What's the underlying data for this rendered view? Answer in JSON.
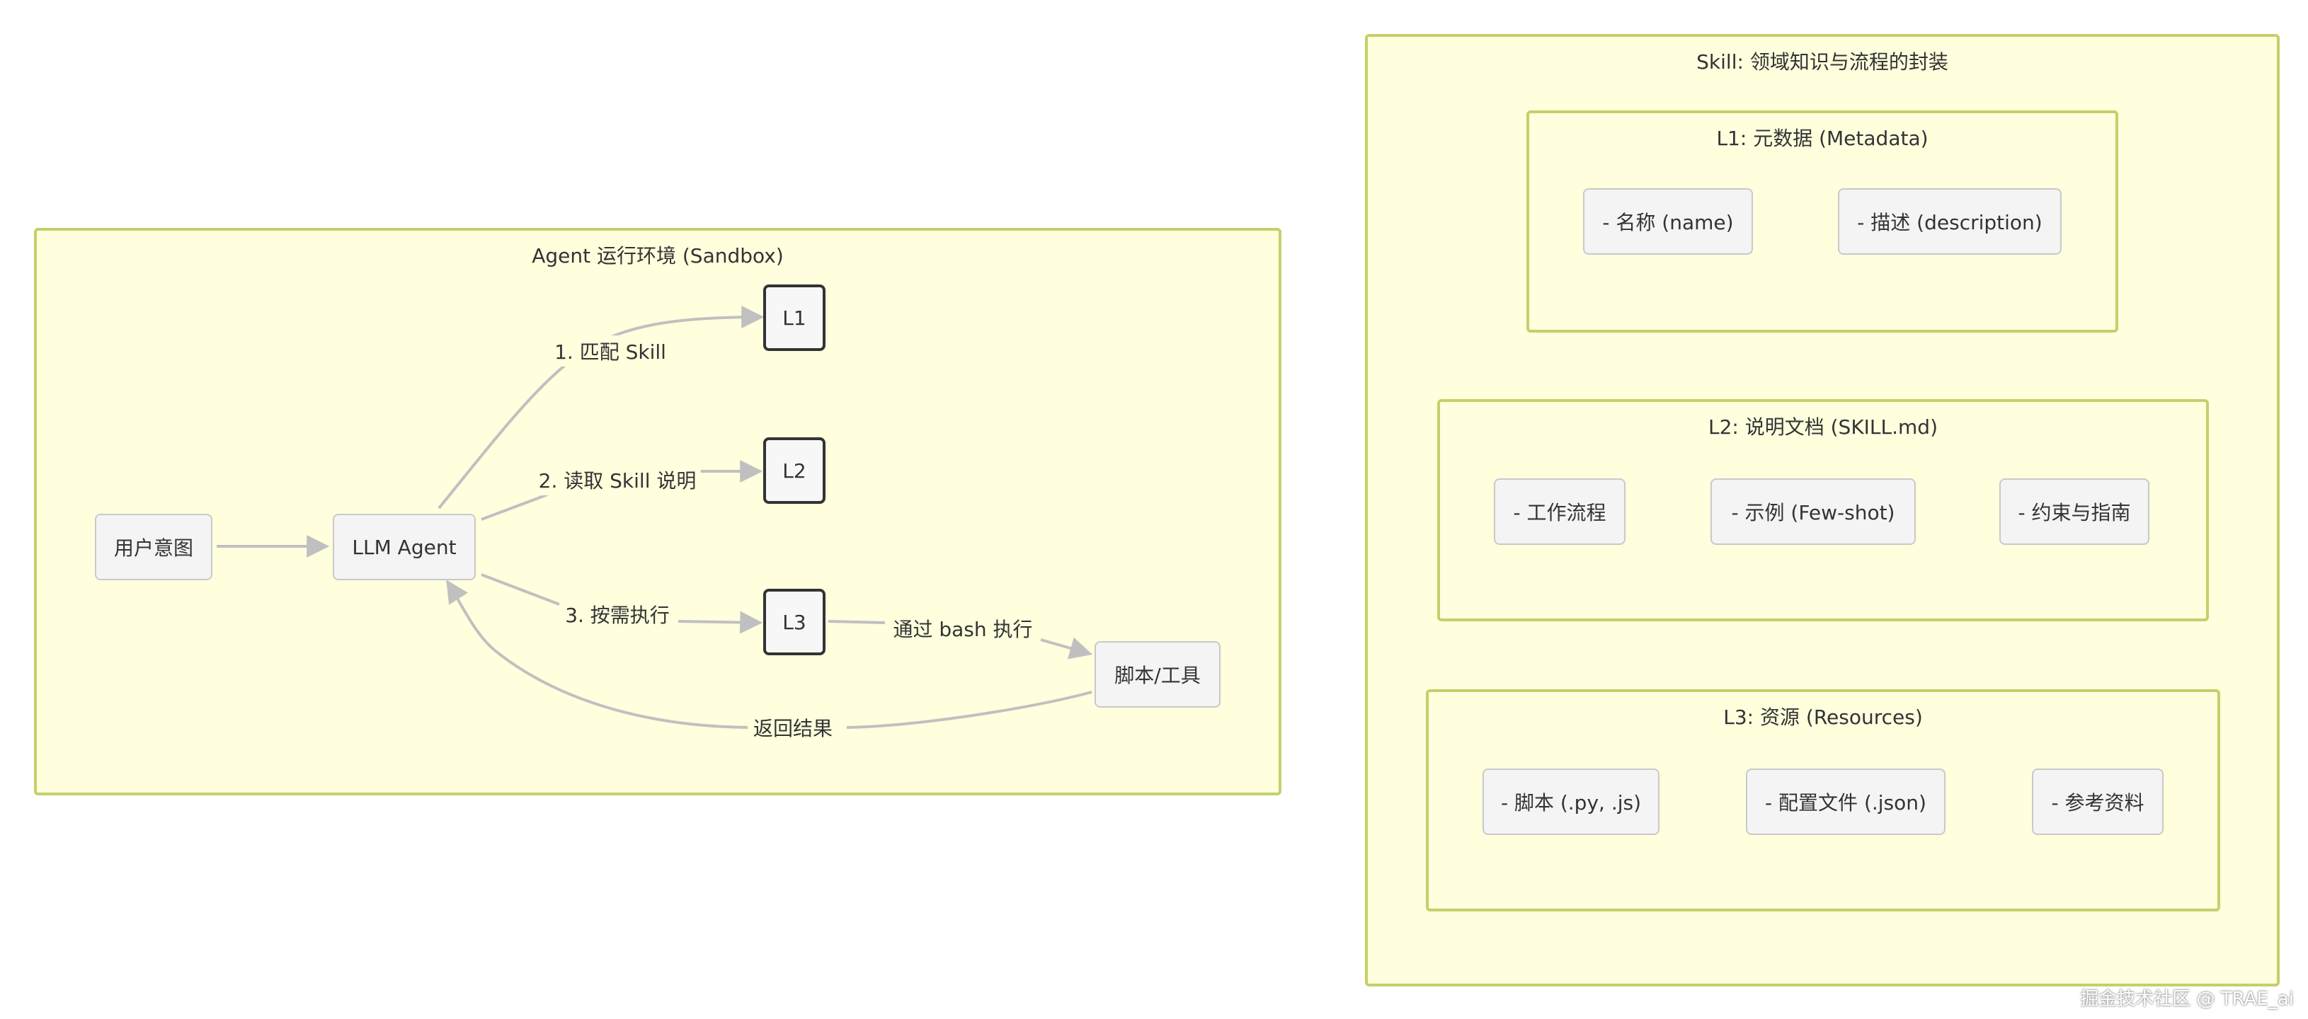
{
  "left_cluster": {
    "title": "Agent 运行环境 (Sandbox)",
    "nodes": {
      "user_intent": "用户意图",
      "llm_agent": "LLM Agent",
      "l1": "L1",
      "l2": "L2",
      "l3": "L3",
      "scripts_tools": "脚本/工具"
    },
    "edges": {
      "match_skill": "1. 匹配 Skill",
      "read_skill": "2. 读取 Skill 说明",
      "execute": "3. 按需执行",
      "via_bash": "通过 bash 执行",
      "return_result": "返回结果"
    }
  },
  "right_cluster": {
    "title": "Skill: 领域知识与流程的封装",
    "l1": {
      "title": "L1: 元数据 (Metadata)",
      "items": [
        "- 名称 (name)",
        "- 描述 (description)"
      ]
    },
    "l2": {
      "title": "L2: 说明文档 (SKILL.md)",
      "items": [
        "- 工作流程",
        "- 示例 (Few-shot)",
        "- 约束与指南"
      ]
    },
    "l3": {
      "title": "L3: 资源 (Resources)",
      "items": [
        "- 脚本 (.py, .js)",
        "- 配置文件 (.json)",
        "- 参考资料"
      ]
    }
  },
  "watermark": "掘金技术社区 @ TRAE_ai",
  "colors": {
    "cluster_fill": "#ffffde",
    "cluster_border": "#c5cf6a",
    "node_fill": "#f4f4f4",
    "edge": "#c0c0c0"
  }
}
